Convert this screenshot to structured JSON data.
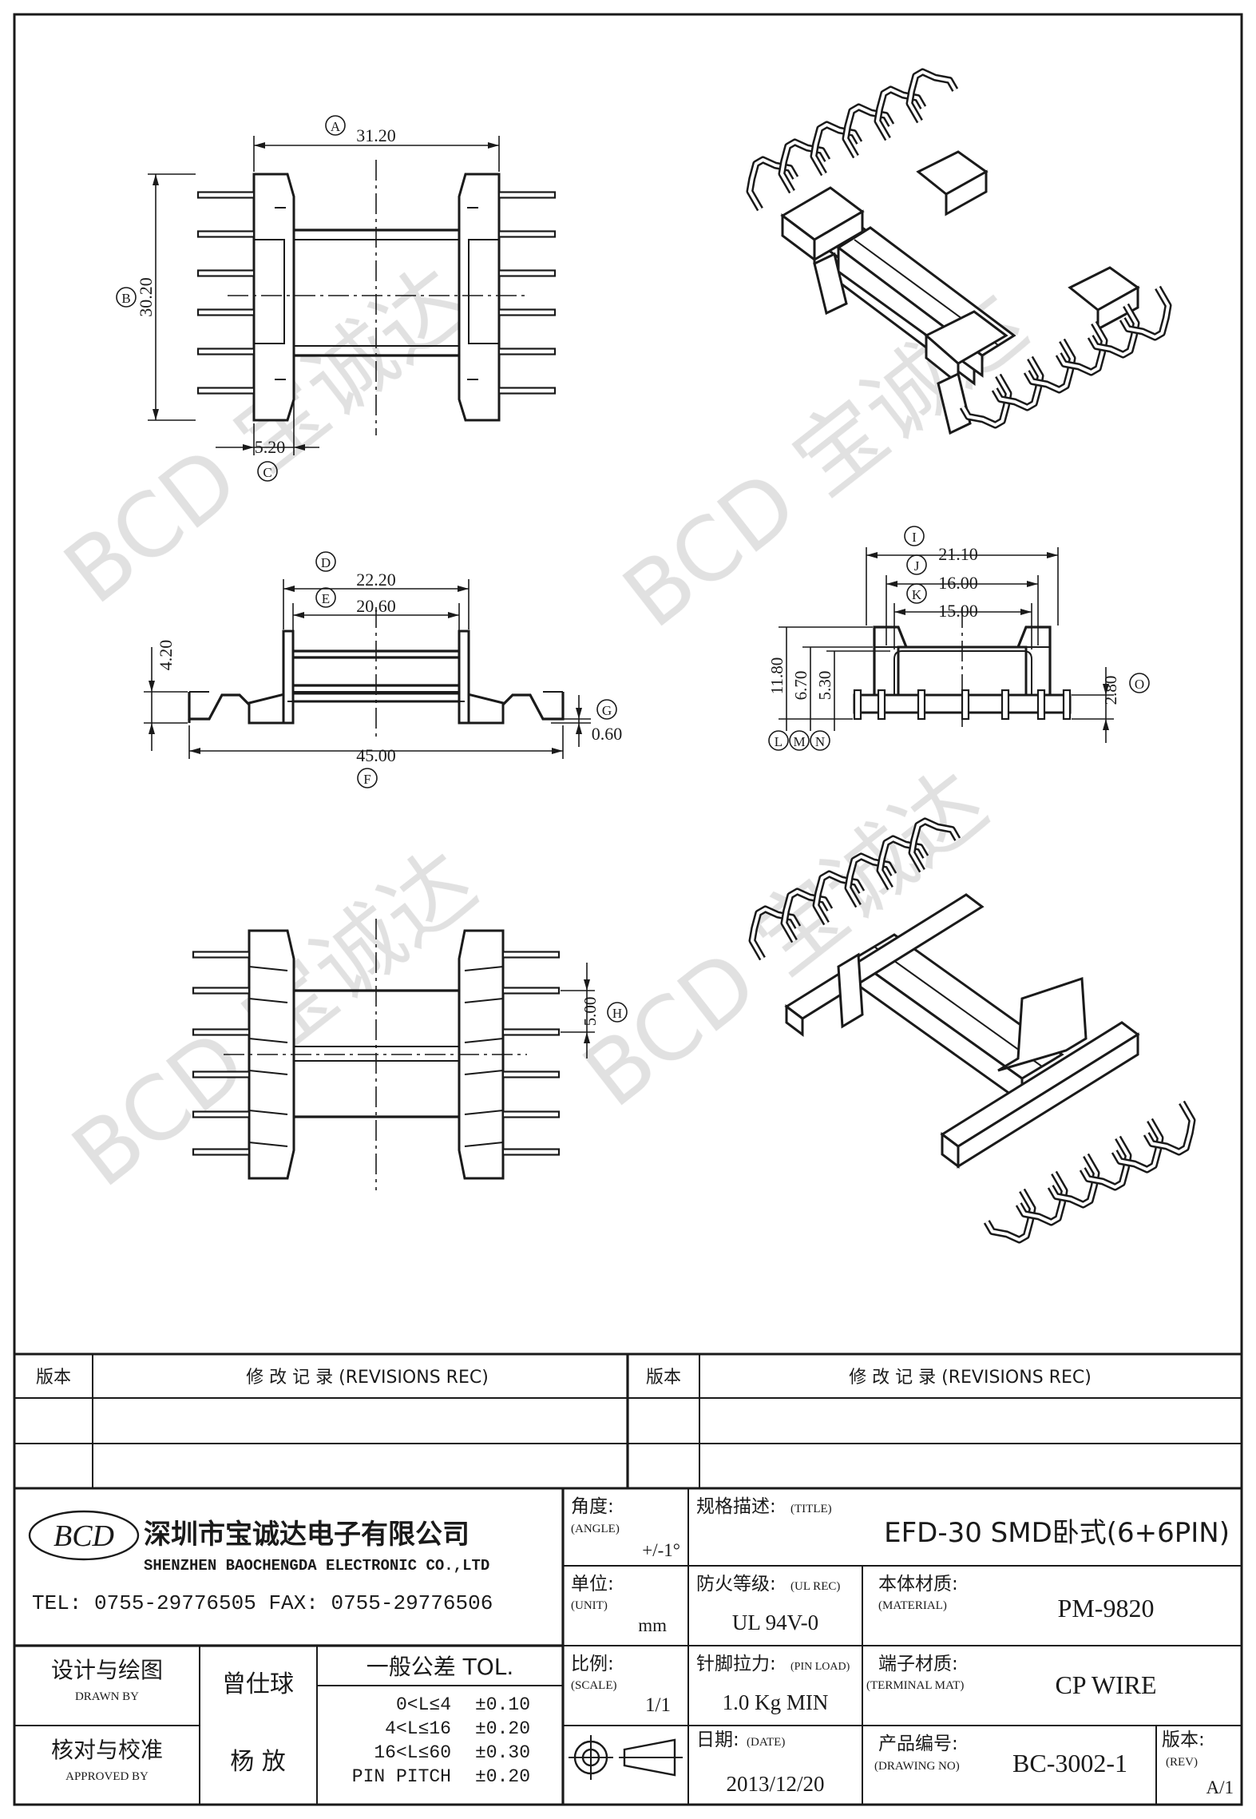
{
  "dimensions": {
    "A": {
      "letter": "A",
      "value": "31.20"
    },
    "B": {
      "letter": "B",
      "value": "30.20"
    },
    "C": {
      "letter": "C",
      "value": "5.20"
    },
    "D": {
      "letter": "D",
      "value": "22.20"
    },
    "E": {
      "letter": "E",
      "value": "20.60"
    },
    "F": {
      "letter": "F",
      "value": "45.00"
    },
    "G": {
      "letter": "G",
      "value": "0.60"
    },
    "H": {
      "letter": "H",
      "value": "5.00"
    },
    "I": {
      "letter": "I",
      "value": "21.10"
    },
    "J": {
      "letter": "J",
      "value": "16.00"
    },
    "K": {
      "letter": "K",
      "value": "15.00"
    },
    "L": {
      "letter": "L",
      "value": "11.80"
    },
    "M": {
      "letter": "M",
      "value": "6.70"
    },
    "N": {
      "letter": "N",
      "value": "5.30"
    },
    "O": {
      "letter": "O",
      "value": "2.80"
    },
    "height_4_20": "4.20"
  },
  "watermark": "BCD 宝诚达",
  "revisions": {
    "version_header_left": "版本",
    "record_header_left": "修 改 记 录  (REVISIONS REC)",
    "version_header_right": "版本",
    "record_header_right": "修 改 记 录  (REVISIONS REC)"
  },
  "company": {
    "logo_text": "BCD",
    "name_cn": "深圳市宝诚达电子有限公司",
    "name_en": "SHENZHEN BAOCHENGDA ELECTRONIC CO.,LTD",
    "tel": "TEL: 0755-29776505  FAX: 0755-29776506"
  },
  "title_block": {
    "angle_label": "角度:",
    "angle_label_en": "(ANGLE)",
    "angle_value": "+/-1°",
    "title_label": "规格描述:",
    "title_label_en": "(TITLE)",
    "title_value": "EFD-30 SMD卧式(6+6PIN)",
    "unit_label": "单位:",
    "unit_label_en": "(UNIT)",
    "unit_value": "mm",
    "ul_label": "防火等级:",
    "ul_label_en": "(UL REC)",
    "ul_value": "UL 94V-0",
    "material_label": "本体材质:",
    "material_label_en": "(MATERIAL)",
    "material_value": "PM-9820",
    "drawn_label": "设计与绘图",
    "drawn_label_en": "DRAWN BY",
    "drawn_value": "曾仕球",
    "tol_header": "一般公差 TOL.",
    "tol_rows": [
      {
        "range": "0<L≤4",
        "value": "±0.10"
      },
      {
        "range": "4<L≤16",
        "value": "±0.20"
      },
      {
        "range": "16<L≤60",
        "value": "±0.30"
      },
      {
        "range": "PIN PITCH",
        "value": "±0.20"
      }
    ],
    "scale_label": "比例:",
    "scale_label_en": "(SCALE)",
    "scale_value": "1/1",
    "pin_load_label": "针脚拉力:",
    "pin_load_label_en": "(PIN LOAD)",
    "pin_load_value": "1.0 Kg MIN",
    "terminal_label": "端子材质:",
    "terminal_label_en": "(TERMINAL MAT)",
    "terminal_value": "CP WIRE",
    "approved_label": "核对与校准",
    "approved_label_en": "APPROVED BY",
    "approved_value": "杨  放",
    "date_label": "日期:",
    "date_label_en": "(DATE)",
    "date_value": "2013/12/20",
    "drawing_no_label": "产品编号:",
    "drawing_no_label_en": "(DRAWING NO)",
    "drawing_no_value": "BC-3002-1",
    "rev_label": "版本:",
    "rev_label_en": "(REV)",
    "rev_value": "A/1"
  }
}
